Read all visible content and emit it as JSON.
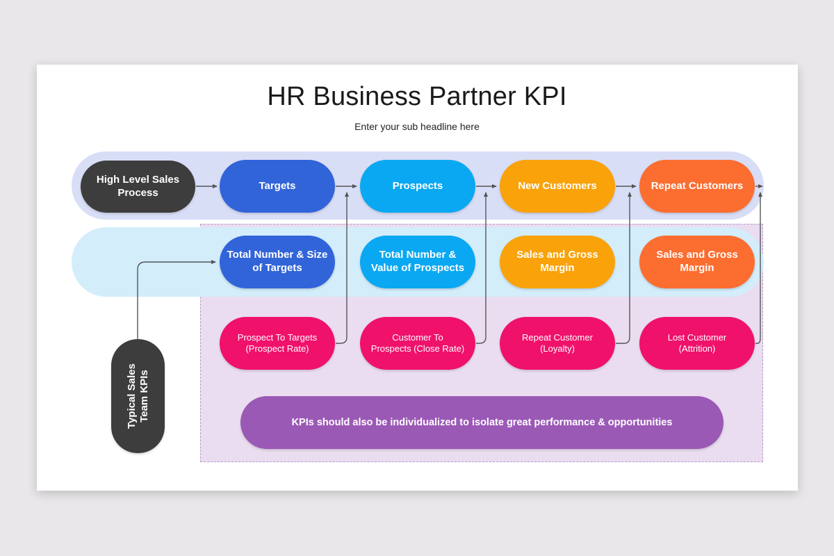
{
  "title": "HR Business Partner KPI",
  "subtitle": "Enter your sub headline here",
  "process_row": {
    "header": "High Level Sales Process",
    "items": [
      "Targets",
      "Prospects",
      "New Customers",
      "Repeat Customers"
    ]
  },
  "measure_row": {
    "items": [
      [
        "Total Number & Size",
        "of Targets"
      ],
      [
        "Total Number &",
        "Value of Prospects"
      ],
      [
        "Sales and Gross",
        "Margin"
      ],
      [
        "Sales and Gross",
        "Margin"
      ]
    ]
  },
  "rate_row": {
    "items": [
      [
        "Prospect To Targets",
        "(Prospect Rate)"
      ],
      [
        "Customer To",
        "Prospects (Close Rate)"
      ],
      [
        "Repeat Customer",
        "(Loyalty)"
      ],
      [
        "Lost Customer",
        "(Attrition)"
      ]
    ]
  },
  "side_label": [
    "Typical Sales",
    "Team KPIs"
  ],
  "footer_note": "KPIs should also be individualized  to isolate great performance & opportunities",
  "colors": {
    "header": "#3d3d3d",
    "targets": "#3264d9",
    "prospects": "#0aa8f2",
    "new_customers": "#f9a20a",
    "repeat_customers": "#fc6d30",
    "rates": "#f0116b",
    "note": "#9b59b6",
    "connector": "#555555"
  }
}
